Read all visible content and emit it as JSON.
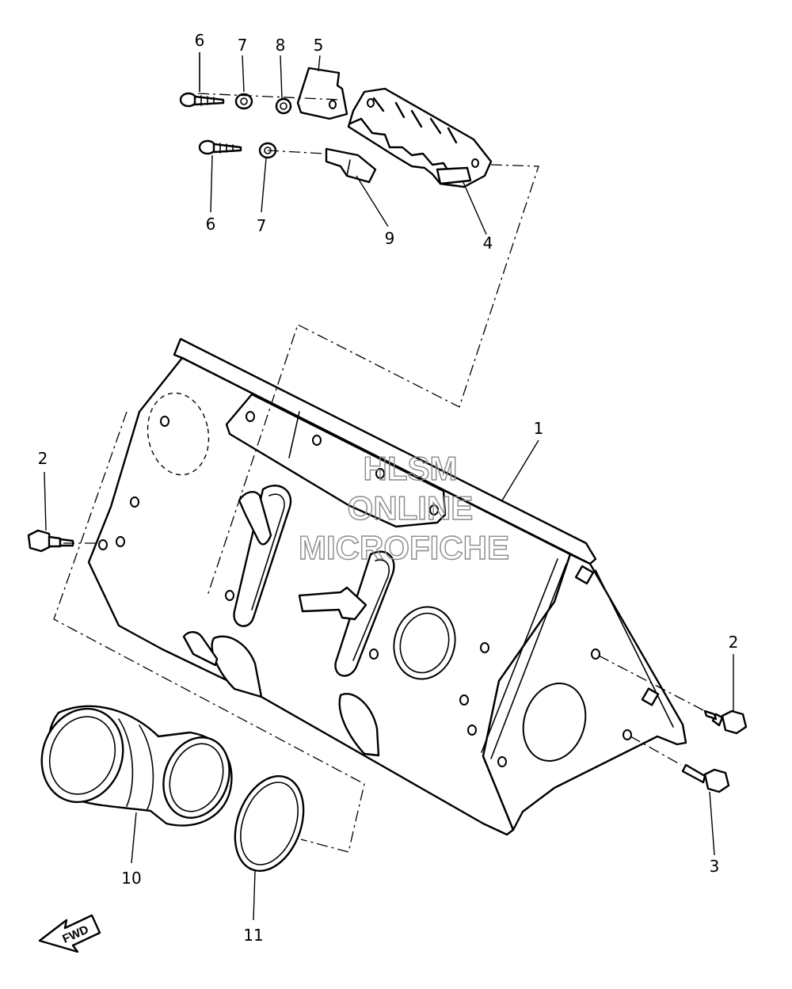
{
  "callouts": [
    {
      "id": "c1",
      "label": "1"
    },
    {
      "id": "c2a",
      "label": "2"
    },
    {
      "id": "c2b",
      "label": "2"
    },
    {
      "id": "c3",
      "label": "3"
    },
    {
      "id": "c4",
      "label": "4"
    },
    {
      "id": "c5",
      "label": "5"
    },
    {
      "id": "c6a",
      "label": "6"
    },
    {
      "id": "c6b",
      "label": "6"
    },
    {
      "id": "c7a",
      "label": "7"
    },
    {
      "id": "c7b",
      "label": "7"
    },
    {
      "id": "c8",
      "label": "8"
    },
    {
      "id": "c9",
      "label": "9"
    },
    {
      "id": "c10",
      "label": "10"
    },
    {
      "id": "c11",
      "label": "11"
    }
  ],
  "watermark": {
    "line1": "HLSM",
    "line2": "ONLINE",
    "line3": "MICROFICHE"
  },
  "direction_arrow": {
    "label": "FWD"
  }
}
